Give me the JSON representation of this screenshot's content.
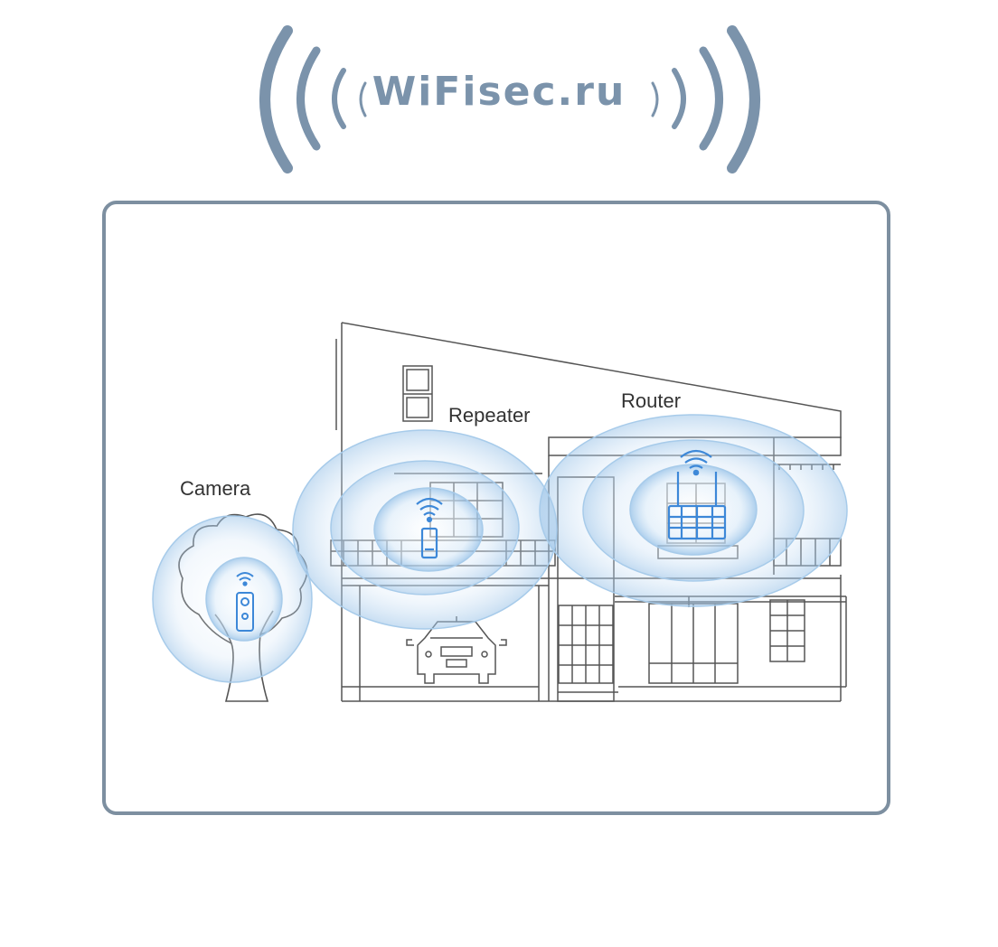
{
  "logo": {
    "text": "WiFisec.ru"
  },
  "devices": [
    {
      "id": "camera",
      "label": "Camera"
    },
    {
      "id": "repeater",
      "label": "Repeater"
    },
    {
      "id": "router",
      "label": "Router"
    }
  ],
  "colors": {
    "logo": "#7b93ab",
    "frame": "#7d8fa0",
    "line": "#555555",
    "signal": "#9cc4e8",
    "device": "#3d88d8"
  }
}
